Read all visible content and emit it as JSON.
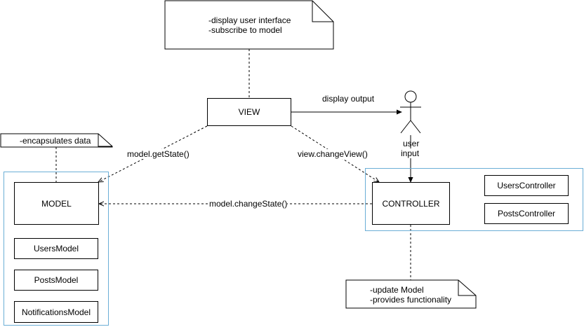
{
  "notes": {
    "view": [
      "-display user interface",
      "-subscribe to model"
    ],
    "model": [
      "-encapsulates data"
    ],
    "controller": [
      "-update Model",
      "-provides functionality"
    ]
  },
  "boxes": {
    "view": "VIEW",
    "model": "MODEL",
    "controller": "CONTROLLER",
    "users_model": "UsersModel",
    "posts_model": "PostsModel",
    "notifications_model": "NotificationsModel",
    "users_controller": "UsersController",
    "posts_controller": "PostsController"
  },
  "edges": {
    "display_output": "display output",
    "user_input": [
      "user",
      "input"
    ],
    "get_state": "model.getState()",
    "change_view": "view.changeView()",
    "change_state": "model.changeState()"
  }
}
